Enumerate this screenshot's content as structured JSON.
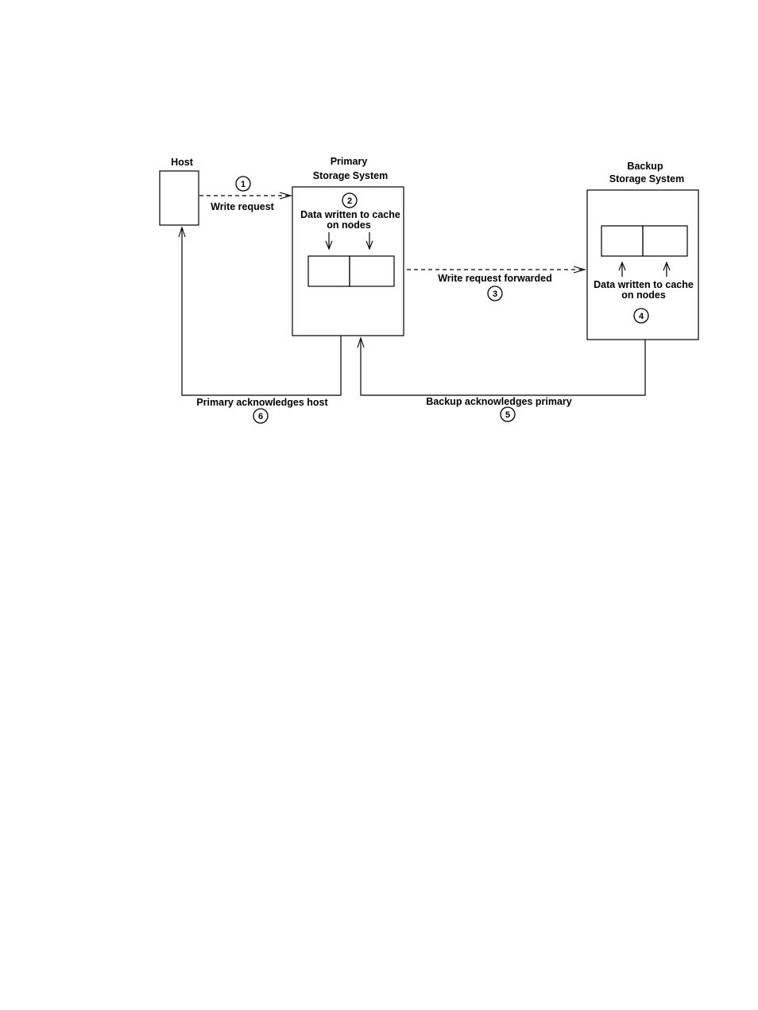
{
  "diagram": {
    "host": {
      "title": "Host"
    },
    "primary": {
      "title_line1": "Primary",
      "title_line2": "Storage System",
      "cache_line1": "Data written to cache",
      "cache_line2": "on nodes"
    },
    "backup": {
      "title_line1": "Backup",
      "title_line2": "Storage System",
      "cache_line1": "Data written to cache",
      "cache_line2": "on nodes"
    },
    "steps": [
      {
        "number": "1",
        "label": "Write request"
      },
      {
        "number": "2",
        "label": ""
      },
      {
        "number": "3",
        "label": "Write request forwarded"
      },
      {
        "number": "4",
        "label": ""
      },
      {
        "number": "5",
        "label": "Backup acknowledges primary"
      },
      {
        "number": "6",
        "label": "Primary acknowledges host"
      }
    ]
  }
}
